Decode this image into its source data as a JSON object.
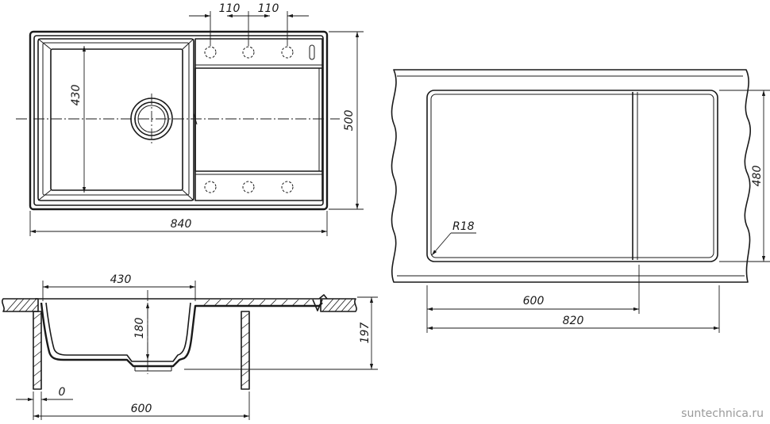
{
  "top_view": {
    "width_label": "840",
    "height_label": "500",
    "bowl_height_label": "430",
    "hole_spacing_left": "110",
    "hole_spacing_right": "110"
  },
  "cutout_view": {
    "width_label": "820",
    "bowl_width_label": "600",
    "height_label": "480",
    "radius_label": "R18"
  },
  "section_view": {
    "bowl_width_label": "430",
    "depth_label": "180",
    "total_height_label": "197",
    "offset_label": "0",
    "cabinet_label": "600"
  },
  "watermark": "suntechnica.ru"
}
